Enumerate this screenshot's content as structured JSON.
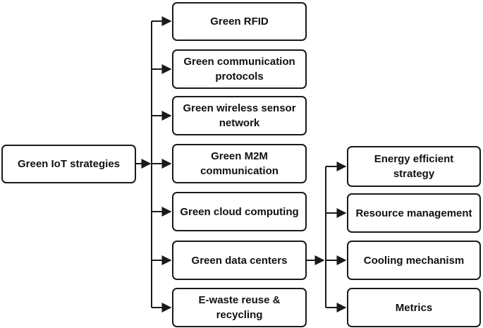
{
  "root": {
    "label": "Green IoT strategies"
  },
  "strategies": [
    {
      "label": "Green RFID"
    },
    {
      "label": "Green communication protocols"
    },
    {
      "label": "Green wireless sensor network"
    },
    {
      "label": "Green M2M communication"
    },
    {
      "label": "Green cloud computing"
    },
    {
      "label": "Green data centers"
    },
    {
      "label": "E-waste reuse & recycling"
    }
  ],
  "data_center_substrategies": [
    {
      "label": "Energy efficient strategy"
    },
    {
      "label": "Resource management"
    },
    {
      "label": "Cooling mechanism"
    },
    {
      "label": "Metrics"
    }
  ],
  "colors": {
    "line": "#1a1a1a",
    "box_border": "#1a1a1a",
    "text": "#111111",
    "background": "#ffffff"
  }
}
